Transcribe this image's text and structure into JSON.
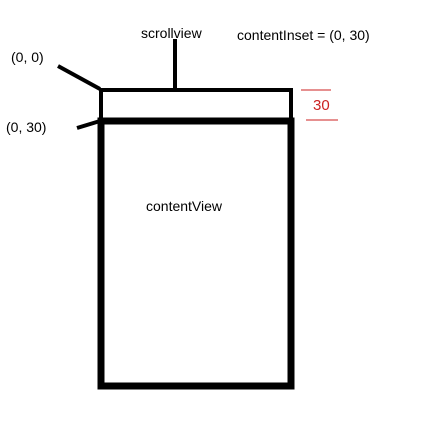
{
  "labels": {
    "scrollview": "scrollview",
    "content_inset": "contentInset = (0, 30)",
    "origin": "(0, 0)",
    "content_origin": "(0, 30)",
    "inset_value": "30",
    "content_view": "contentView"
  },
  "colors": {
    "stroke": "#000000",
    "annotation": "#cc2222"
  }
}
